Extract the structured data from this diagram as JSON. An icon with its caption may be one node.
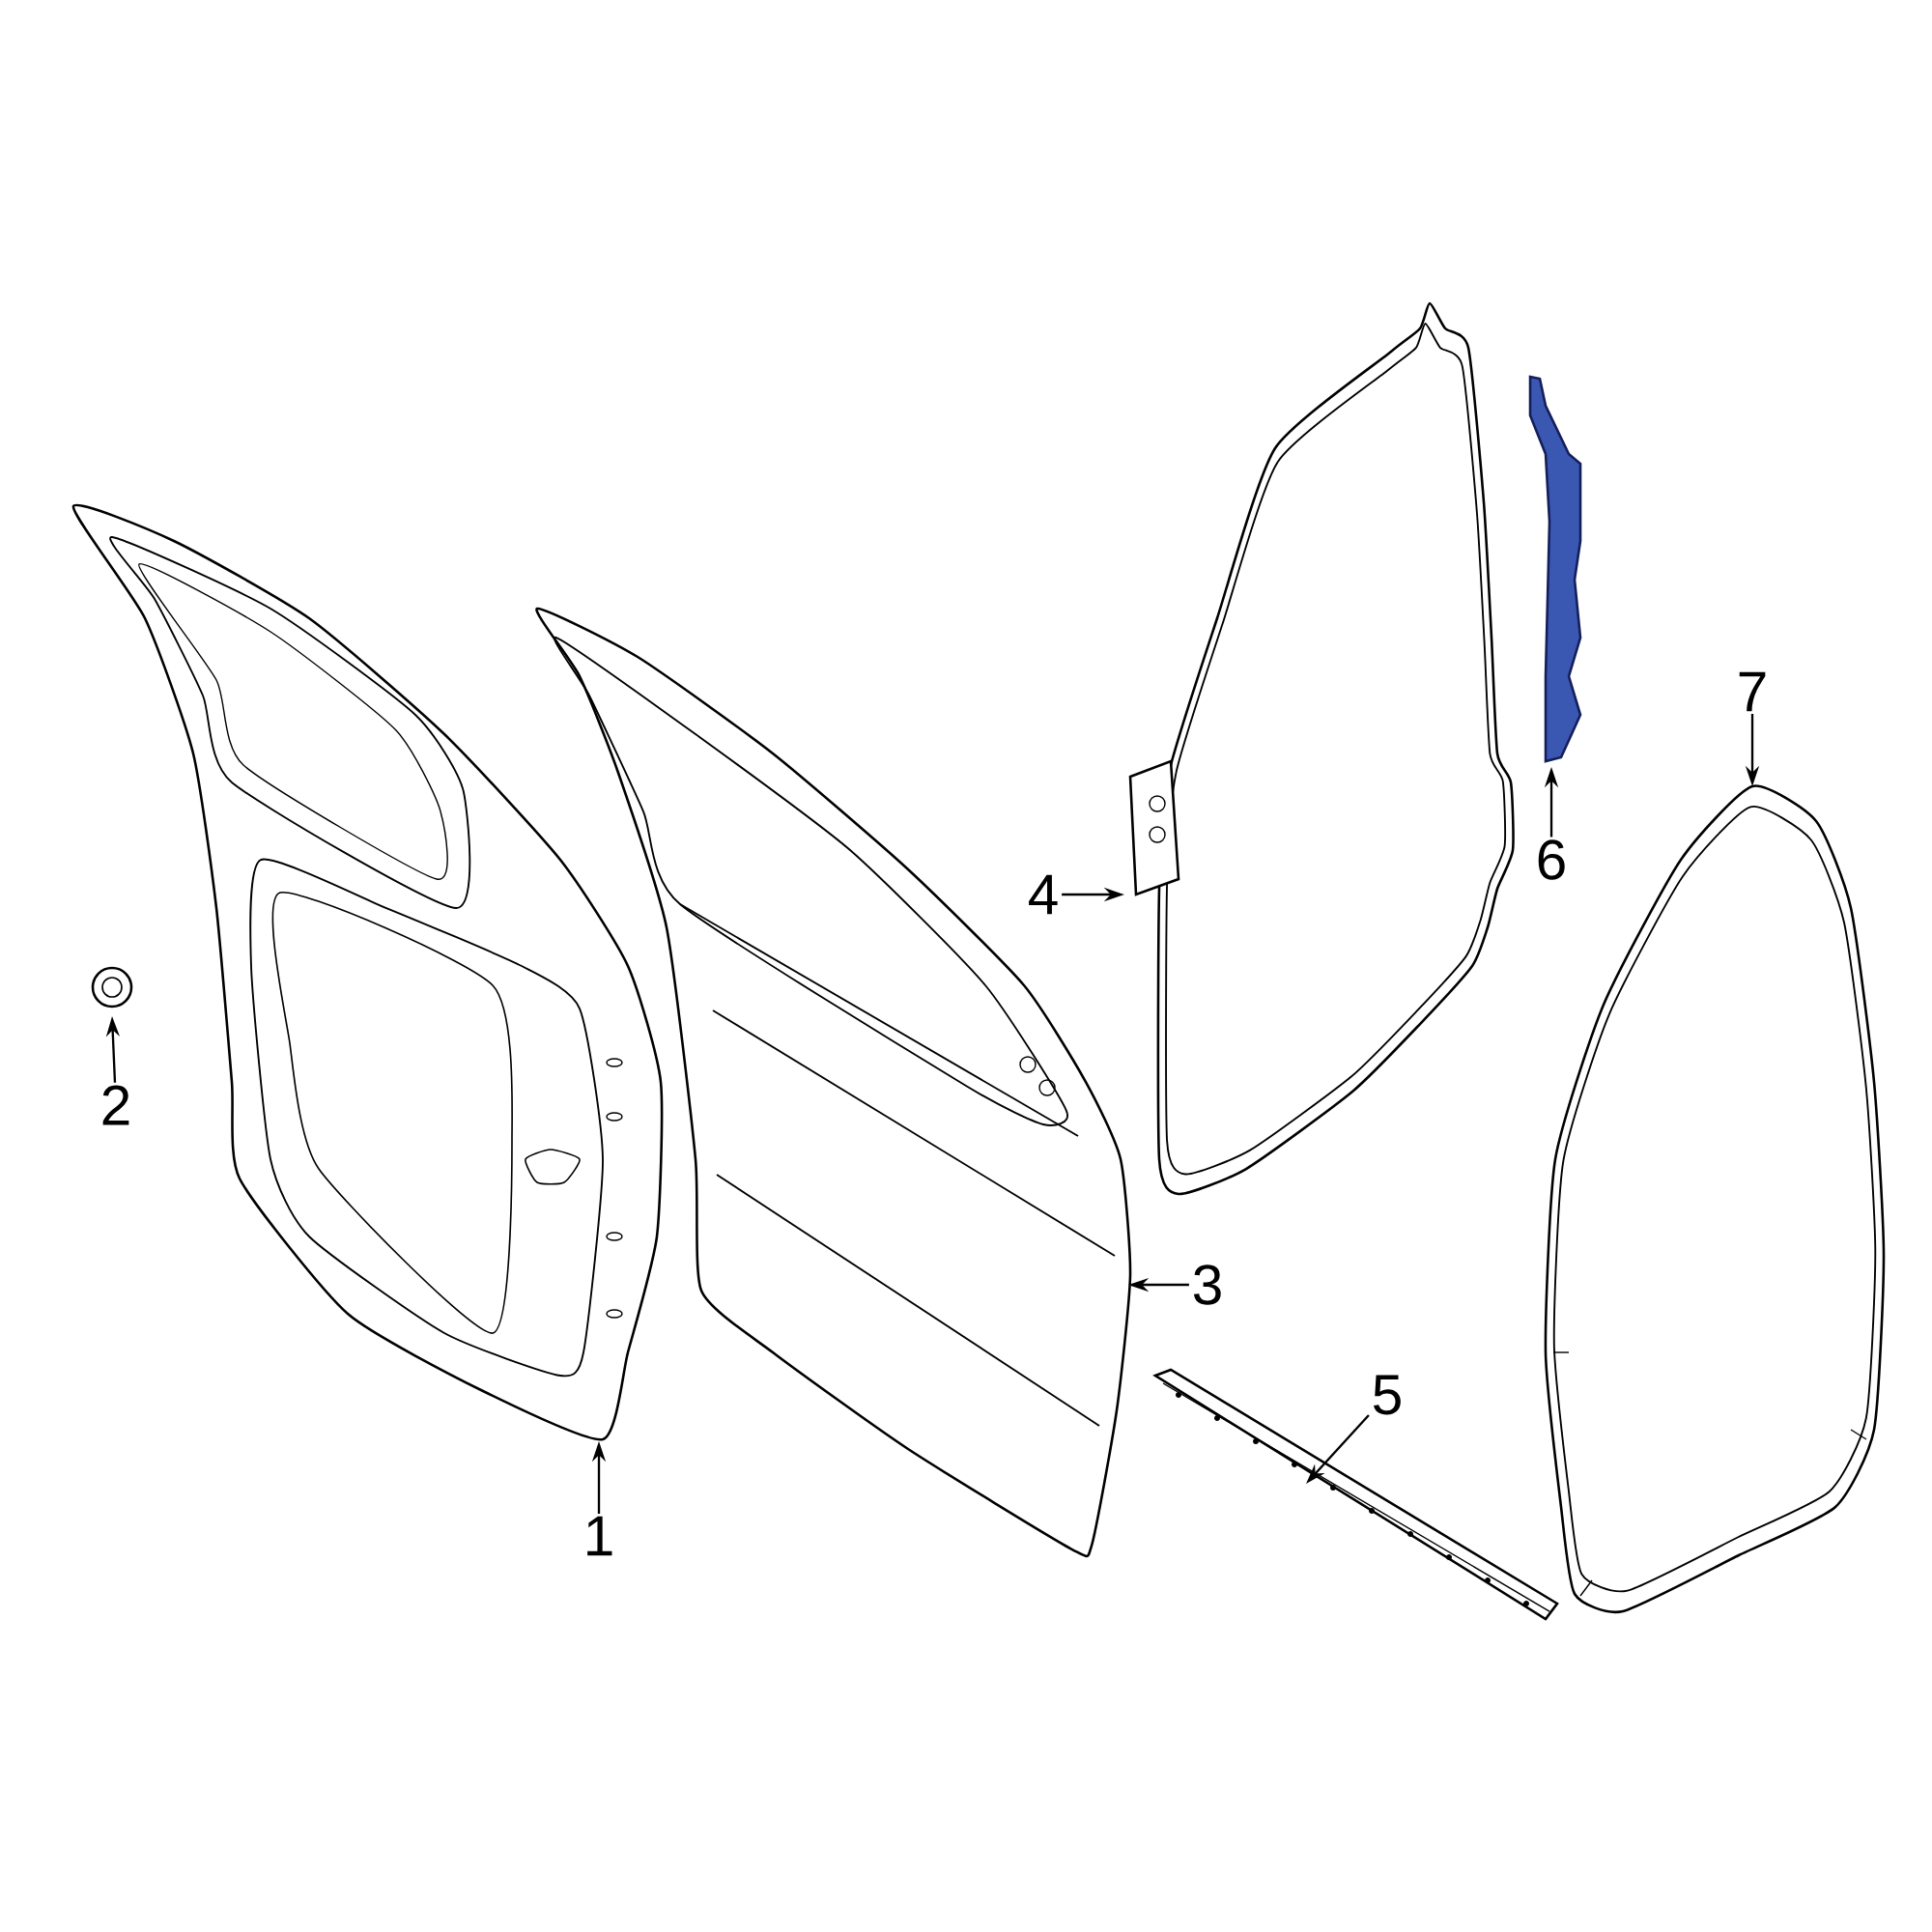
{
  "diagram": {
    "nodes": [
      {
        "text": [
          "1"
        ]
      },
      {
        "text": [],
        "shape": "picture"
      },
      {
        "text": [
          "2"
        ]
      },
      {
        "text": [],
        "shape": "picture"
      },
      {
        "text": [
          "3"
        ]
      },
      {
        "text": [],
        "shape": "picture"
      },
      {
        "text": [
          "4"
        ]
      },
      {
        "text": [],
        "shape": "picture"
      },
      {
        "text": [
          "5"
        ]
      },
      {
        "text": [],
        "shape": "picture"
      },
      {
        "text": [
          "6"
        ]
      },
      {
        "text": [],
        "shape": "picture"
      },
      {
        "text": [
          "7"
        ]
      },
      {
        "text": [],
        "shape": "picture"
      }
    ],
    "edges": [
      {
        "from": 0,
        "to": 1,
        "arrow": "to"
      },
      {
        "from": 2,
        "to": 3,
        "arrow": "to"
      },
      {
        "from": 4,
        "to": 5,
        "arrow": "to"
      },
      {
        "from": 6,
        "to": 7,
        "arrow": "to"
      },
      {
        "from": 8,
        "to": 9,
        "arrow": "to"
      },
      {
        "from": 10,
        "to": 11,
        "arrow": "to"
      },
      {
        "from": 12,
        "to": 13,
        "arrow": "to"
      }
    ]
  }
}
